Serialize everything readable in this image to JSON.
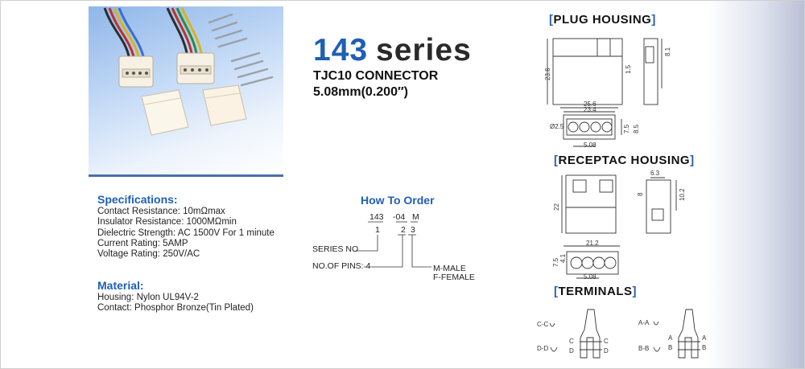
{
  "title": {
    "series_number": "143",
    "series_word": "series",
    "connector": "TJC10 CONNECTOR",
    "pitch": "5.08mm(0.200″)"
  },
  "specifications": {
    "heading": "Specifications:",
    "items": [
      "Contact Resistance: 10mΩmax",
      "Insulator Resistance: 1000MΩmin",
      "Dielectric Strength: AC 1500V For 1 minute",
      "Current Rating: 5AMP",
      "Voltage Rating: 250V/AC"
    ]
  },
  "material": {
    "heading": "Material:",
    "items": [
      "Housing: Nylon UL94V-2",
      "Contact: Phosphor Bronze(Tin Plated)"
    ]
  },
  "how_to_order": {
    "heading": "How To Order",
    "code_base": "143",
    "code_pins": "-04",
    "code_gender": "M",
    "idx1": "1",
    "idx2": "2",
    "idx3": "3",
    "label_series": "SERIES NO",
    "label_pins": "NO.OF PINS: 4",
    "label_male": "M-MALE",
    "label_female": "F-FEMALE"
  },
  "plug_housing": {
    "heading": "PLUG HOUSING",
    "dims": [
      "23.6",
      "8.1",
      "1.5",
      "25.6",
      "23.4",
      "Ø2.5",
      "7.5",
      "8.5",
      "5.08"
    ]
  },
  "receptac_housing": {
    "heading": "RECEPTAC HOUSING",
    "dims": [
      "6.3",
      "8",
      "10.2",
      "22",
      "21.2",
      "4.1",
      "7.5",
      "5.08"
    ]
  },
  "terminals": {
    "heading": "TERMINALS",
    "labels": [
      "C-C",
      "D-D",
      "C",
      "C",
      "D",
      "D",
      "A-A",
      "B-B",
      "A",
      "A",
      "B",
      "B"
    ]
  },
  "colors": {
    "accent": "#1f5fb4",
    "bracket": "#2a61b0"
  }
}
